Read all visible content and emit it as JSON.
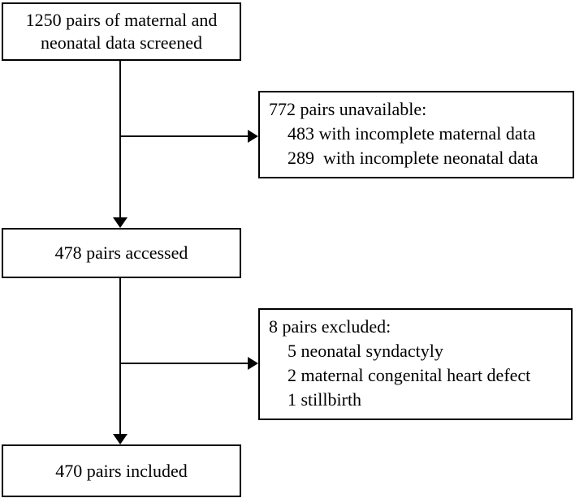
{
  "diagram": {
    "type": "flowchart",
    "colors": {
      "line": "#000000",
      "background": "#ffffff",
      "text": "#000000"
    },
    "boxes": {
      "screened": {
        "line1": "1250 pairs of maternal and",
        "line2": "neonatal data screened"
      },
      "unavailable": {
        "line1": "772 pairs unavailable:",
        "line2": "483 with incomplete maternal data",
        "line3": "289  with incomplete neonatal data"
      },
      "accessed": {
        "text": "478 pairs accessed"
      },
      "excluded": {
        "line1": "8 pairs excluded:",
        "line2": "5 neonatal syndactyly",
        "line3": "2 maternal congenital heart defect",
        "line4": "1 stillbirth"
      },
      "included": {
        "text": "470 pairs included"
      }
    },
    "flow": [
      "screened -> accessed",
      "screened -> unavailable",
      "accessed -> included",
      "accessed -> excluded"
    ]
  }
}
